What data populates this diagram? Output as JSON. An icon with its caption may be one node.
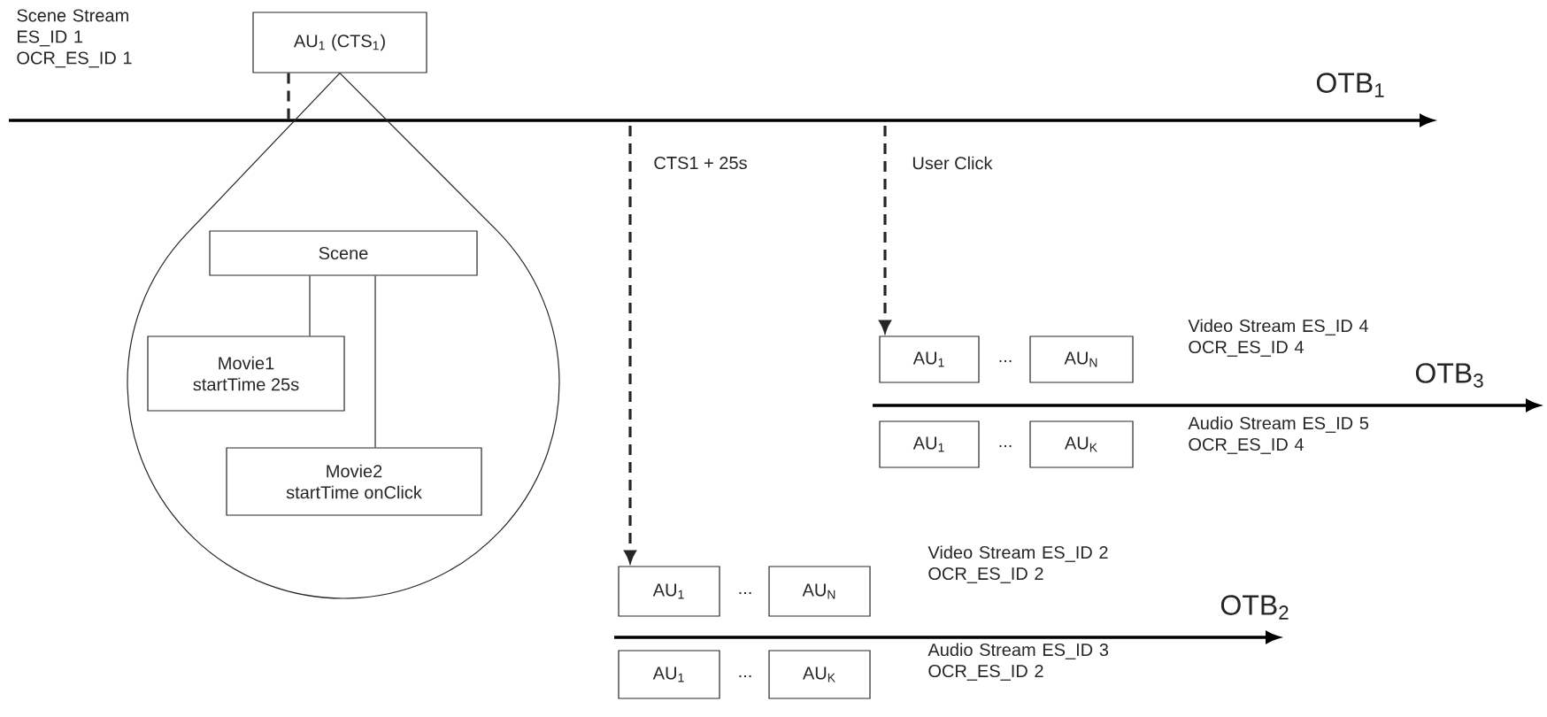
{
  "diagram": {
    "nodes": [
      {
        "text": [
          "AU$_{1}$ (CTS$_{1}$)"
        ]
      },
      {
        "text": [],
        "shape": "circle"
      },
      {
        "text": [
          "Scene"
        ],
        "in": 1
      },
      {
        "text": [
          "Movie1",
          "startTime 25s"
        ],
        "in": 1
      },
      {
        "text": [
          "Movie2",
          "startTime onClick"
        ],
        "in": 1
      },
      {
        "text": [
          "AU$_{1}$"
        ]
      },
      {
        "text": [
          "AU$_{N}$"
        ]
      },
      {
        "text": [
          "AU$_{1}$"
        ]
      },
      {
        "text": [
          "AU$_{K}$"
        ]
      },
      {
        "text": [
          "AU$_{1}$"
        ]
      },
      {
        "text": [
          "AU$_{N}$"
        ]
      },
      {
        "text": [
          "AU$_{1}$"
        ]
      },
      {
        "text": [
          "AU$_{K}$"
        ]
      }
    ],
    "edges": [
      {
        "from": 2,
        "to": 3,
        "arrow": "none"
      },
      {
        "from": 2,
        "to": 4,
        "arrow": "none"
      },
      {
        "from": 0,
        "to": null,
        "arrow": "none",
        "style": "dashed"
      },
      {
        "from": null,
        "to": 9,
        "arrow": "to",
        "style": "dashed",
        "label": "CTS1 + 25s"
      },
      {
        "from": null,
        "to": 5,
        "arrow": "to",
        "style": "dashed",
        "label": "User Click"
      }
    ],
    "labels": [
      "Scene Stream ES_ID 1 OCR_ES_ID 1",
      "OTB$_{1}$",
      "...",
      "Video Stream ES_ID 4 OCR_ES_ID 4",
      "OTB$_{3}$",
      "...",
      "Audio Stream ES_ID 5 OCR_ES_ID 4",
      "...",
      "Video Stream ES_ID 2 OCR_ES_ID 2",
      "OTB$_{2}$",
      "...",
      "Audio Stream ES_ID 3 OCR_ES_ID 2"
    ]
  }
}
